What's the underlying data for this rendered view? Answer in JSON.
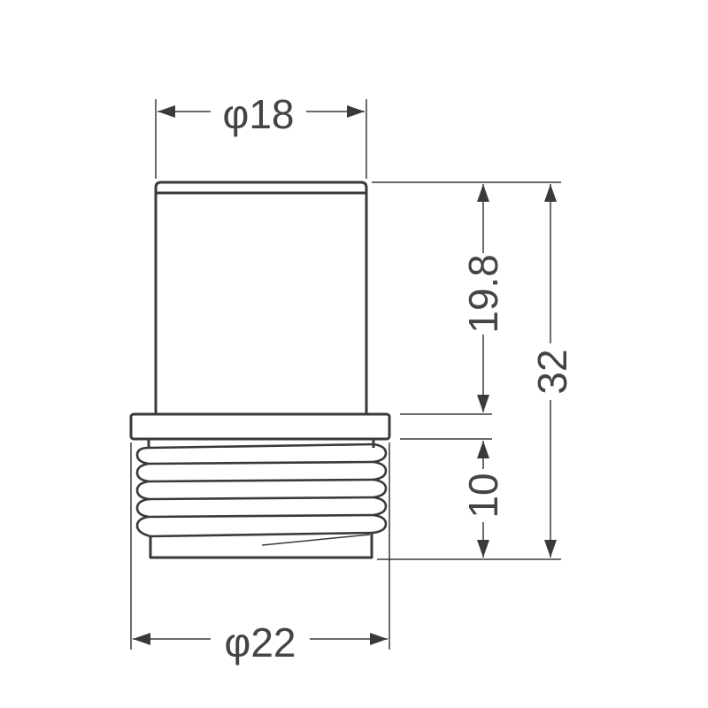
{
  "dimensions": {
    "top_diameter": "φ18",
    "bottom_diameter": "φ22",
    "upper_height": "19.8",
    "thread_height": "10",
    "total_height": "32"
  }
}
